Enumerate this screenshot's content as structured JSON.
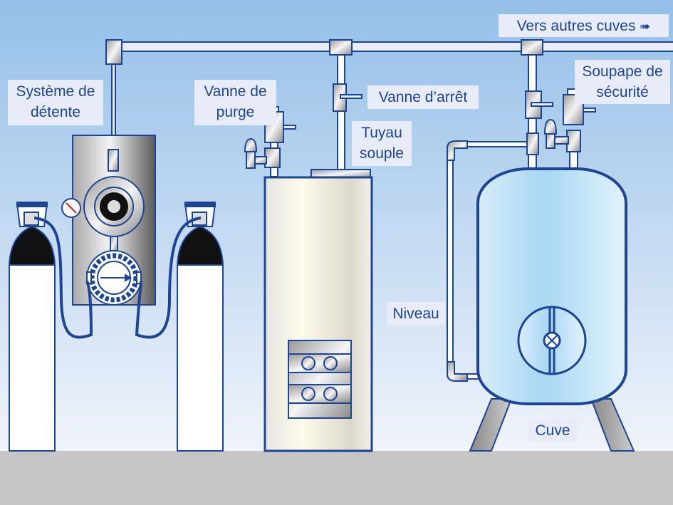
{
  "labels": {
    "regulator": "Système de détente",
    "purge_valve": "Vanne de purge",
    "shutoff_valve": "Vanne d’arrêt",
    "hose": "Tuyau souple",
    "other_tanks": "Vers autres cuves",
    "other_tanks_arrow": "➠",
    "safety_valve": "Soupape de sécurité",
    "level": "Niveau",
    "tank": "Cuve"
  },
  "colors": {
    "outline": "#1d4595",
    "sky_top": "#94bfe8",
    "sky_bottom": "#eef3fb",
    "ground": "#c6c6c6",
    "label_bg": "#e8ecf8",
    "tank_fill": "#bfe3f7"
  }
}
